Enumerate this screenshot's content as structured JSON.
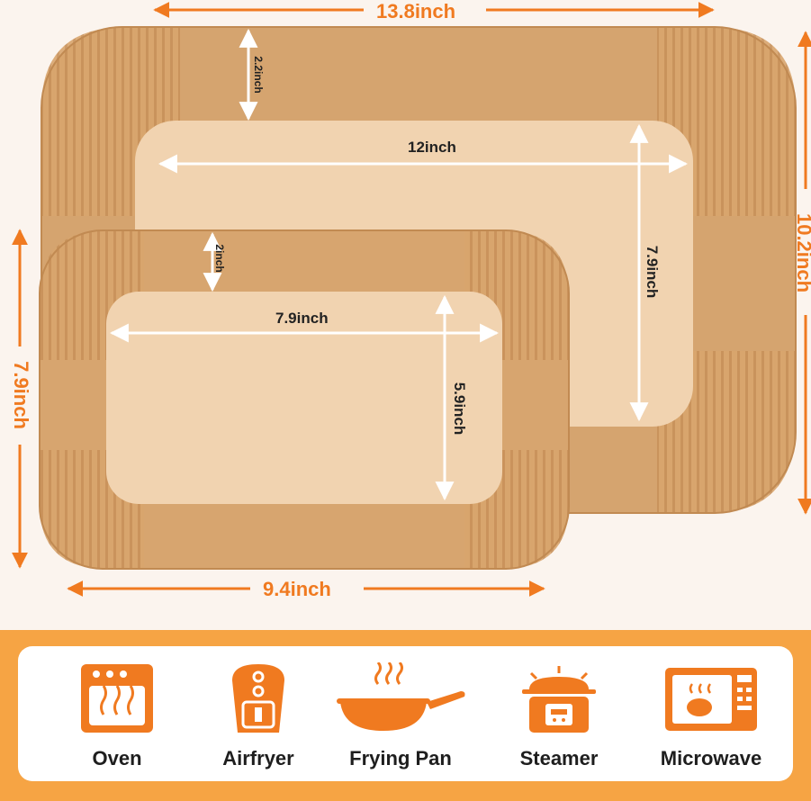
{
  "dimensions": {
    "large_outer_width": "13.8inch",
    "large_outer_height": "10.2inch",
    "large_rim_depth": "2.2inch",
    "large_inner_width": "12inch",
    "large_inner_height": "7.9inch",
    "small_outer_width": "9.4inch",
    "small_outer_height": "7.9inch",
    "small_rim_depth": "2inch",
    "small_inner_width": "7.9inch",
    "small_inner_height": "5.9inch"
  },
  "uses": [
    {
      "label": "Oven",
      "icon": "oven-icon"
    },
    {
      "label": "Airfryer",
      "icon": "airfryer-icon"
    },
    {
      "label": "Frying Pan",
      "icon": "frying-pan-icon"
    },
    {
      "label": "Steamer",
      "icon": "steamer-icon"
    },
    {
      "label": "Microwave",
      "icon": "microwave-icon"
    }
  ],
  "colors": {
    "accent": "#f07a20",
    "panel": "#f6a444",
    "paper_rim": "#d7a46c",
    "paper_base": "#f1d3b0"
  }
}
